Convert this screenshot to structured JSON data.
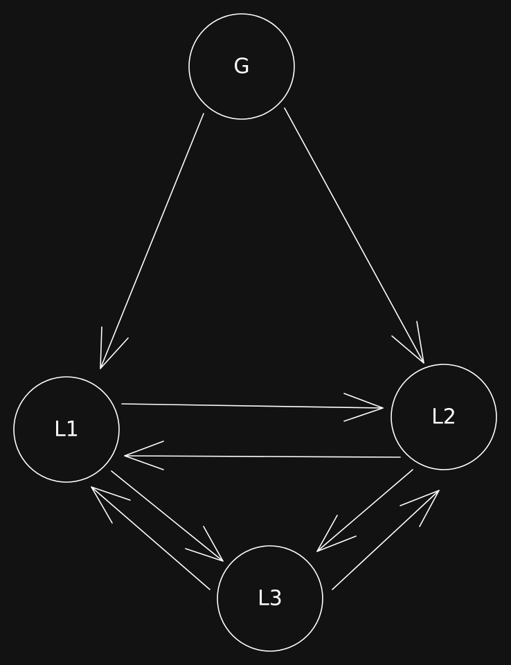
{
  "diagram": {
    "colors": {
      "background": "#121212",
      "stroke": "#ffffff",
      "text": "#ffffff"
    },
    "nodes": [
      {
        "id": "G",
        "label": "G"
      },
      {
        "id": "L1",
        "label": "L1"
      },
      {
        "id": "L2",
        "label": "L2"
      },
      {
        "id": "L3",
        "label": "L3"
      }
    ],
    "edges": [
      {
        "from": "G",
        "to": "L1"
      },
      {
        "from": "G",
        "to": "L2"
      },
      {
        "from": "L1",
        "to": "L2"
      },
      {
        "from": "L2",
        "to": "L1"
      },
      {
        "from": "L1",
        "to": "L3"
      },
      {
        "from": "L3",
        "to": "L1"
      },
      {
        "from": "L2",
        "to": "L3"
      },
      {
        "from": "L3",
        "to": "L2"
      }
    ]
  }
}
